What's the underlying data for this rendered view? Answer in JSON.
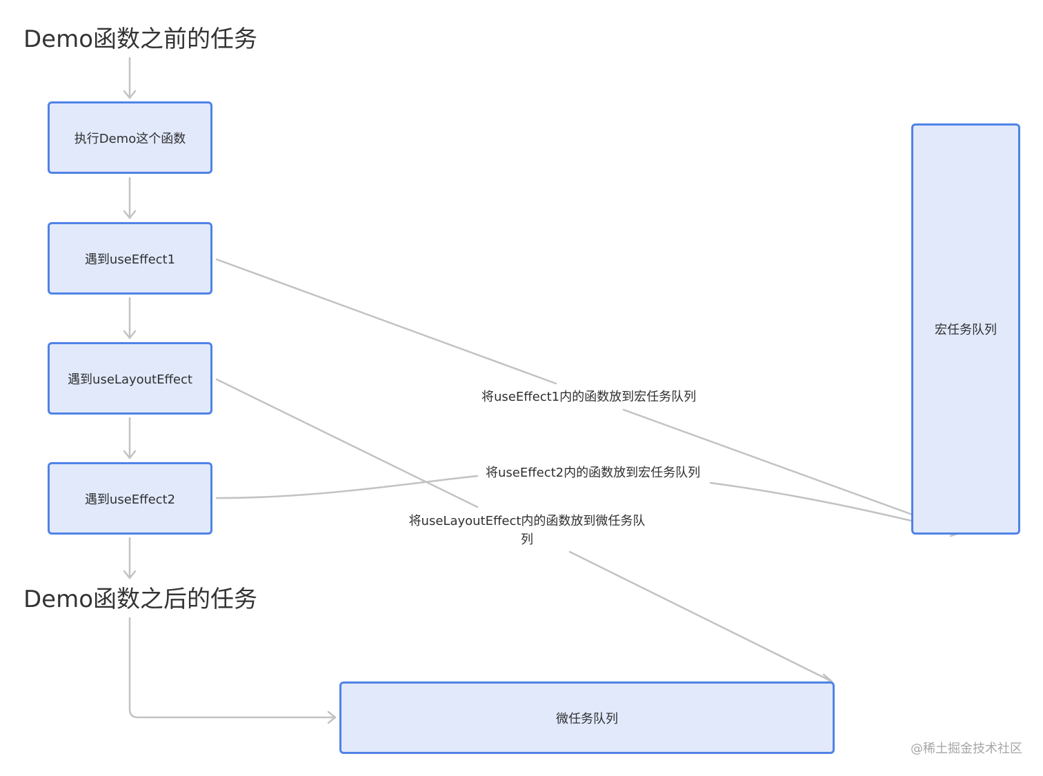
{
  "colors": {
    "node_fill": "#e1e9fb",
    "node_border": "#4f82e6",
    "connector": "#c2c2c2",
    "text": "#2f2f2f",
    "watermark": "#a6a6a6"
  },
  "headings": {
    "before": "Demo函数之前的任务",
    "after": "Demo函数之后的任务"
  },
  "nodes": {
    "run_demo": "执行Demo这个函数",
    "use_effect1": "遇到useEffect1",
    "use_layout_effect": "遇到useLayoutEffect",
    "use_effect2": "遇到useEffect2",
    "macro_queue": "宏任务队列",
    "micro_queue": "微任务队列"
  },
  "edge_labels": {
    "effect1_to_macro": "将useEffect1内的函数放到宏任务队列",
    "effect2_to_macro": "将useEffect2内的函数放到宏任务队列",
    "layout_to_micro_line1": "将useLayoutEffect内的函数放到微任务队",
    "layout_to_micro_line2": "列"
  },
  "watermark": "@稀土掘金技术社区"
}
